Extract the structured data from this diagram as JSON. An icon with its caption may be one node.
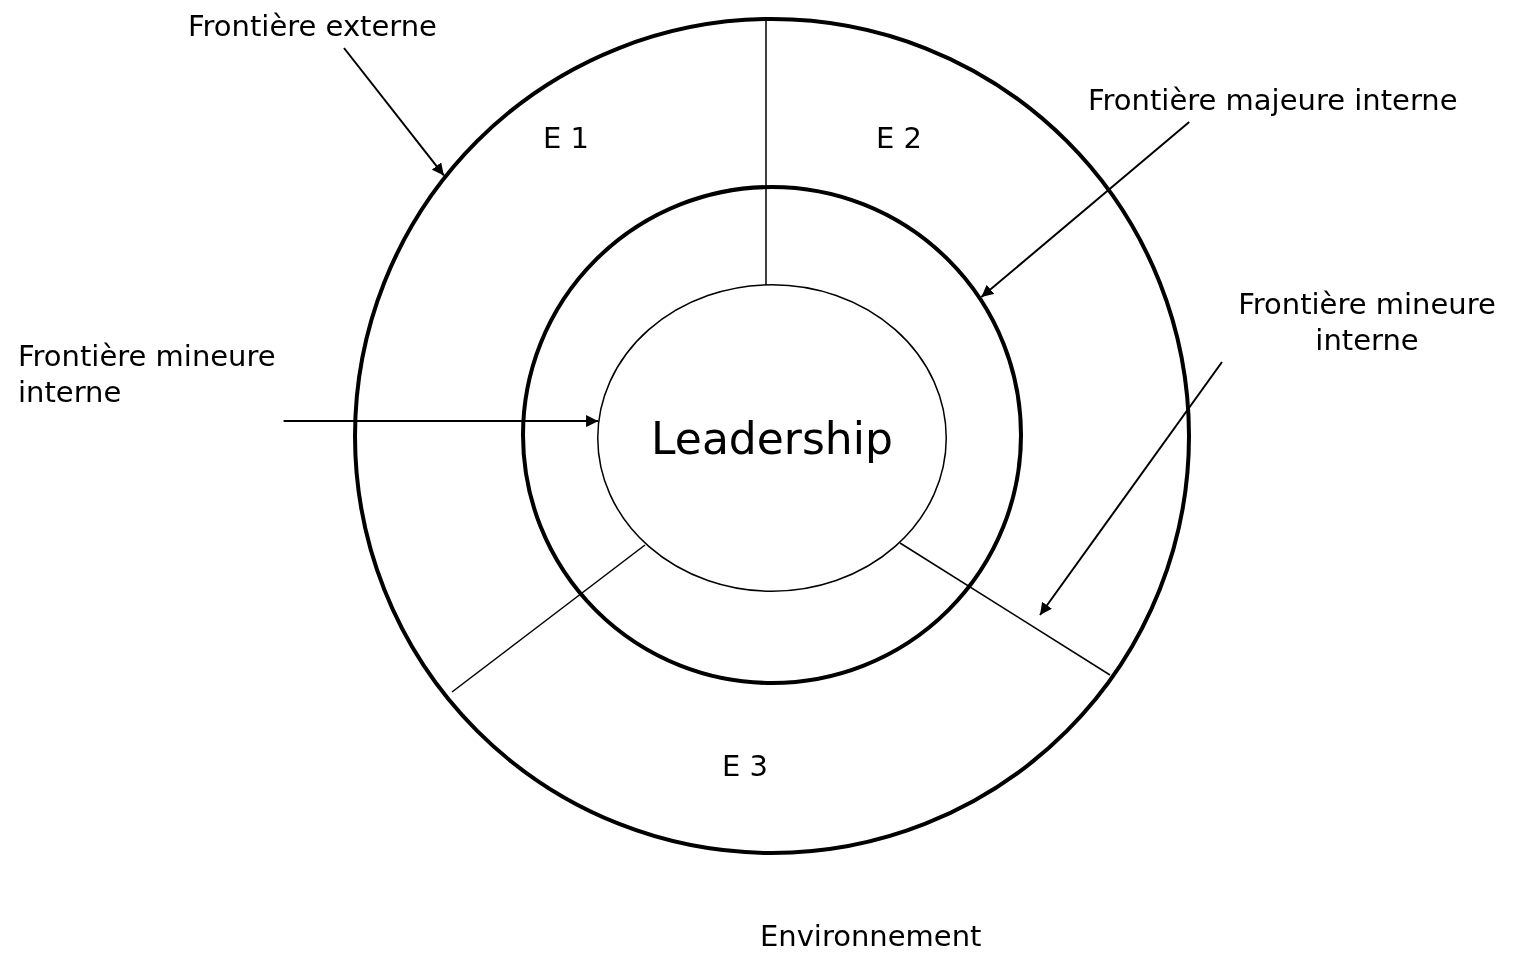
{
  "diagram": {
    "nodes": [
      {
        "text": [
          "Frontière externe"
        ]
      },
      {
        "text": [
          "Frontière majeure interne"
        ]
      },
      {
        "text": [
          "Frontière mineure interne"
        ]
      },
      {
        "text": [
          "Frontière mineure interne"
        ]
      },
      {
        "text": [],
        "shape": "circle"
      },
      {
        "text": [],
        "shape": "circle",
        "in": 4
      },
      {
        "text": [
          "Leadership"
        ],
        "in": 5
      }
    ],
    "edges": [
      {
        "from": 0,
        "to": 4,
        "arrow": "to"
      },
      {
        "from": 1,
        "to": 5,
        "arrow": "to"
      },
      {
        "from": 2,
        "to": 6,
        "arrow": "to"
      },
      {
        "from": 3,
        "to": null,
        "arrow": "to"
      }
    ],
    "labels": [
      "E 1",
      "E 2",
      "E 3",
      "Environnement"
    ]
  }
}
